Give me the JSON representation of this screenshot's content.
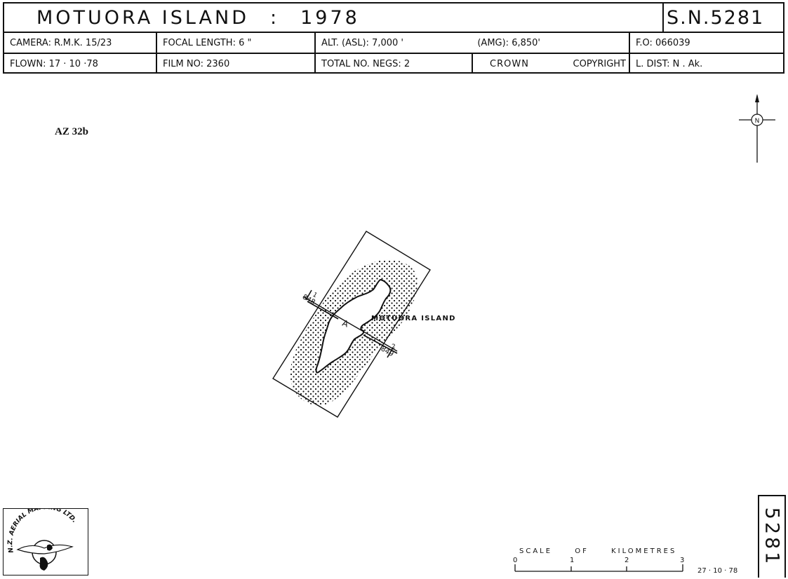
{
  "header": {
    "title_place": "MOTUORA ISLAND",
    "title_sep": ":",
    "title_year": "1978",
    "sn": "S.N.5281",
    "camera": "CAMERA: R.M.K. 15/23",
    "focal_length": "FOCAL LENGTH: 6 \"",
    "alt_asl": "ALT. (ASL): 7,000 '",
    "alt_amg": "(AMG): 6,850'",
    "fo": "F.O: 066039",
    "flown": "FLOWN: 17 · 10 ·78",
    "film_no": "FILM NO: 2360",
    "total_negs": "TOTAL NO. NEGS: 2",
    "crown": "CROWN",
    "copyright": "COPYRIGHT",
    "l_dist": "L. DIST: N . Ak."
  },
  "map": {
    "code": "AZ 32b",
    "island_label": "MOTUORA ISLAND",
    "run_label": "A",
    "photo_start": "848",
    "photo_end": "849",
    "run_number": "1",
    "run_number_end": "2",
    "north_label": "N"
  },
  "logo": {
    "text": "N.Z. AERIAL MAPPING LTD."
  },
  "scale": {
    "word1": "SCALE",
    "word2": "OF",
    "word3": "KILOMETRES",
    "ticks": [
      "0",
      "1",
      "2",
      "3"
    ]
  },
  "footer": {
    "date": "27 · 10 · 78",
    "sheet_number": "5281"
  },
  "colors": {
    "ink": "#111111",
    "paper": "#ffffff"
  }
}
